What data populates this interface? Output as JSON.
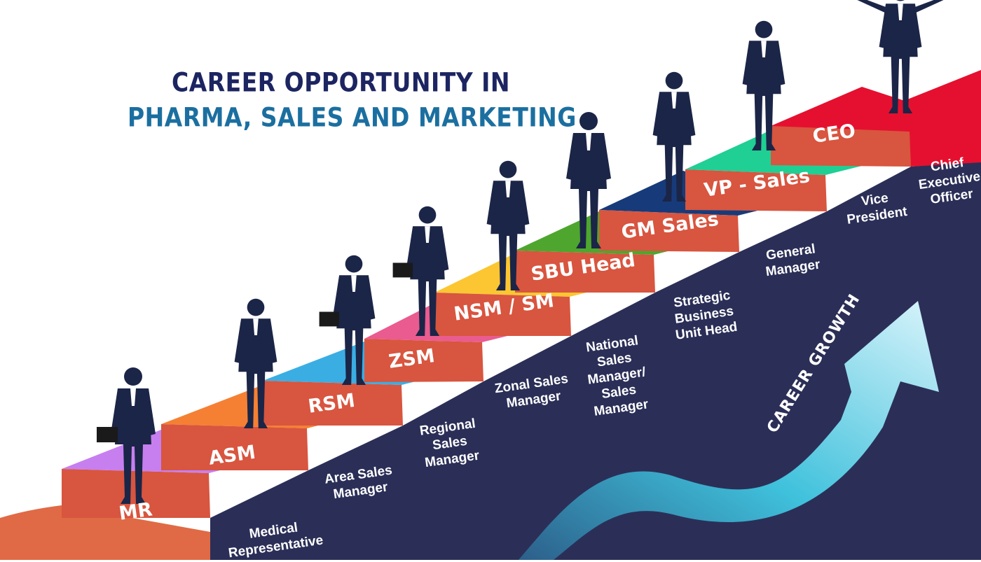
{
  "header": {
    "title_line1": "CAREER OPPORTUNITY IN",
    "title_line2": "PHARMA, SALES AND MARKETING"
  },
  "colors": {
    "title_dark": "#1c2561",
    "title_blue": "#1b6fa0",
    "riser": "#d8553f",
    "wall": "#2b2f57",
    "silhouette": "#1b2547",
    "arrow": "#3fc1dc"
  },
  "steps": [
    {
      "code": "MR",
      "title": "Medical\nRepresentative",
      "color": "#c77ff0"
    },
    {
      "code": "ASM",
      "title": "Area Sales\nManager",
      "color": "#f58033"
    },
    {
      "code": "RSM",
      "title": "Regional\nSales\nManager",
      "color": "#3aaee3"
    },
    {
      "code": "ZSM",
      "title": "Zonal Sales\nManager",
      "color": "#ea5b8f"
    },
    {
      "code": "NSM / SM",
      "title": "National\nSales\nManager/\nSales\nManager",
      "color": "#fbc632"
    },
    {
      "code": "SBU Head",
      "title": "Strategic\nBusiness\nUnit Head",
      "color": "#4ea62e"
    },
    {
      "code": "GM Sales",
      "title": "General\nManager",
      "color": "#173b7a"
    },
    {
      "code": "VP - Sales",
      "title": "Vice\nPresident",
      "color": "#1fcf94"
    },
    {
      "code": "CEO",
      "title": "Chief\nExecutive\nOfficer",
      "color": "#e5102f"
    }
  ],
  "growth_arrow": {
    "label": "CAREER GROWTH",
    "icon": "rising-arrow-icon"
  },
  "figures_icon": "businessman-silhouette-icon"
}
